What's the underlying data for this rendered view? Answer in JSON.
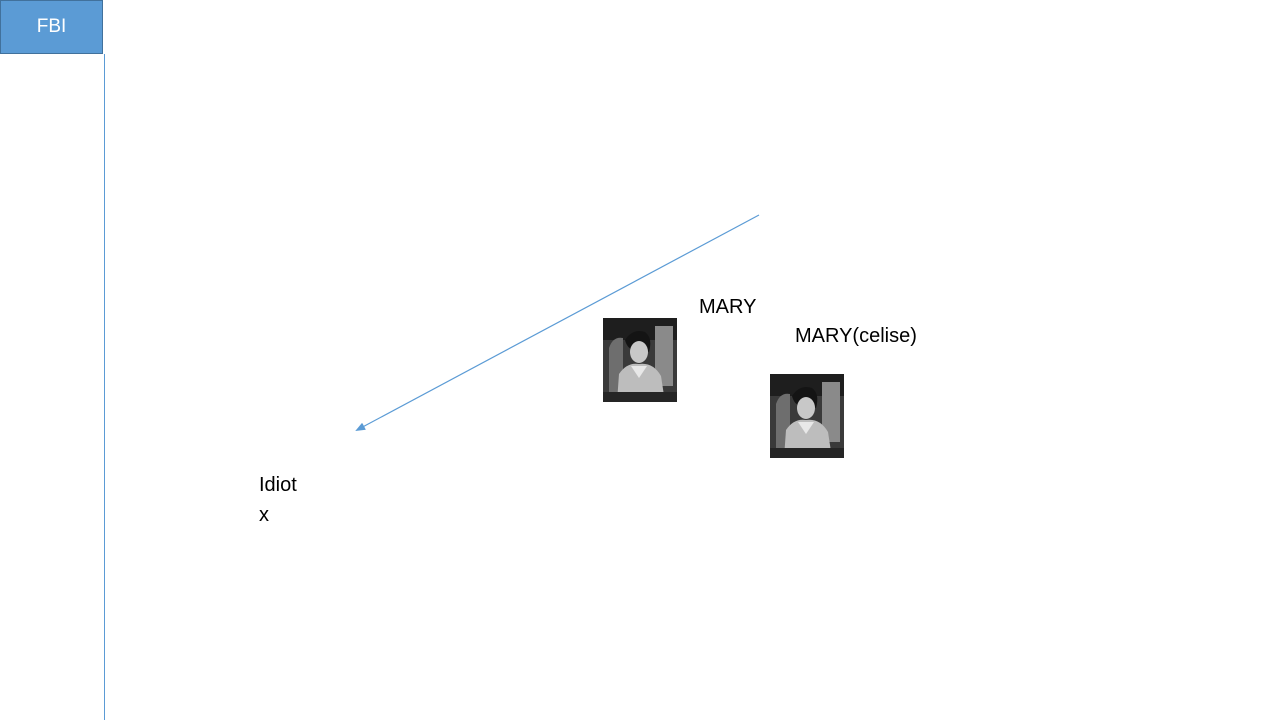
{
  "participant": {
    "label": "FBI",
    "fill_color": "#5b9bd5",
    "line_color": "#5b9bd5"
  },
  "labels": {
    "mary": "MARY",
    "mary_celise": "MARY(celise)",
    "idiot": "Idiot",
    "x": "x"
  },
  "photos": [
    {
      "icon": "person-photo-icon",
      "style": "black-and-white"
    },
    {
      "icon": "person-photo-icon",
      "style": "black-and-white"
    }
  ],
  "arrow": {
    "color": "#5b9bd5",
    "direction": "down-left"
  }
}
